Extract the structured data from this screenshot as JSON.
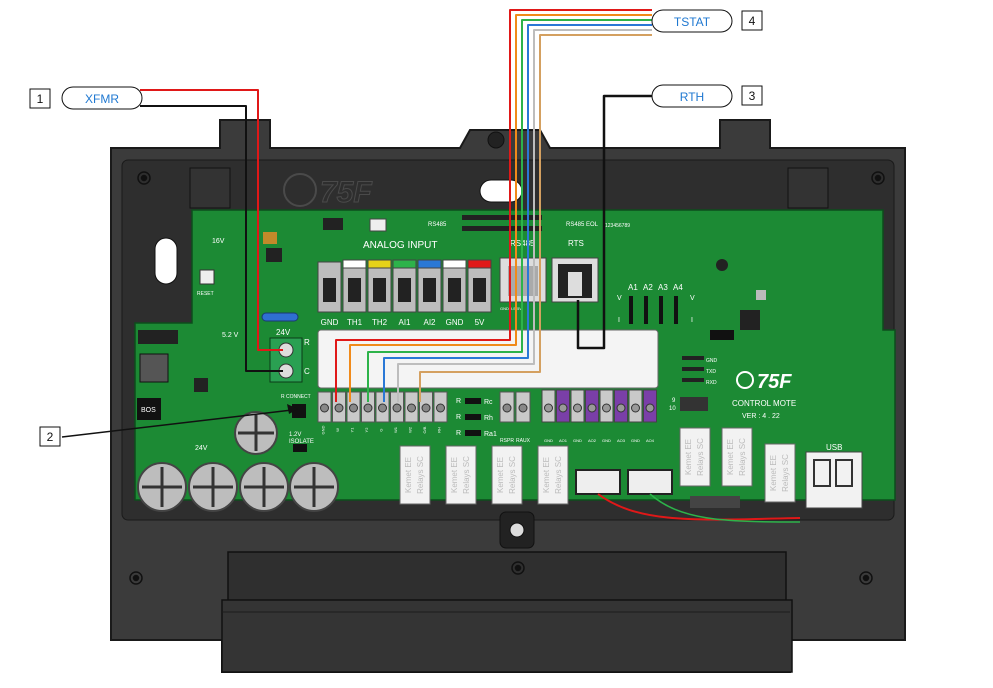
{
  "callouts": [
    {
      "number": "1",
      "label": "XFMR"
    },
    {
      "number": "2",
      "label": ""
    },
    {
      "number": "3",
      "label": "RTH"
    },
    {
      "number": "4",
      "label": "TSTAT"
    }
  ],
  "board": {
    "brand": "75F",
    "model_line1": "CONTROL MOTE",
    "model_line2": "VER : 4 . 22",
    "analog_input_title": "ANALOG  INPUT",
    "analog_labels": [
      "GND",
      "TH1",
      "TH2",
      "AI1",
      "AI2",
      "GND",
      "5V"
    ],
    "rs485_label": "RS485",
    "rs485_eol_label": "RS485 EOL",
    "rts_label": "RTS",
    "serial": "123456789",
    "power_16v": "16V",
    "power_24v": "24V",
    "power_24v_bottom": "24V",
    "power_52": "5.2 V",
    "reset_label": "RESET",
    "r_label": "R",
    "c_label": "C",
    "r_connect_label": "R CONNECT",
    "isolate_label1": "1.2V",
    "isolate_label2": "ISOLATE",
    "bos_label": "BOS",
    "relay_jumpers": [
      "Rc",
      "Rh",
      "Ra1"
    ],
    "gnd_txd_rxd": [
      "GND",
      "TXD",
      "RXD"
    ],
    "analog_out_top": [
      "A1",
      "A2",
      "A3",
      "A4"
    ],
    "pins_9_10": [
      "9",
      "10"
    ],
    "v_label": "V",
    "i_label": "I",
    "usb_label": "USB",
    "relay_text": [
      "Kemet EE",
      "Relays SC"
    ],
    "left_terminal_labels": [
      "GND",
      "W",
      "Y1",
      "Y2",
      "G",
      "W1",
      "W2",
      "O/B",
      "RH"
    ],
    "mid_terminal_labels": [
      "RSPR",
      "RAUX"
    ],
    "right_terminal_labels": [
      "GND",
      "AO1",
      "GND",
      "AO2",
      "GND",
      "AO3",
      "GND",
      "AO4"
    ],
    "rs485_pins": "GND  A  B  5V"
  },
  "colors": {
    "callout_text": "#1f78d1",
    "pcb": "#1c8a34",
    "enclosure": "#3b3b3b",
    "wire_red": "#e01818",
    "wire_orange": "#f08a1a",
    "wire_yellow": "#e6d21a",
    "wire_green": "#2db34a",
    "wire_blue": "#2a78d6",
    "wire_white": "#dcdcdc",
    "wire_tan": "#d4a060",
    "wire_black": "#111111",
    "terminal_grey": "#c9c9c9",
    "terminal_purple": "#7a3fa8"
  }
}
